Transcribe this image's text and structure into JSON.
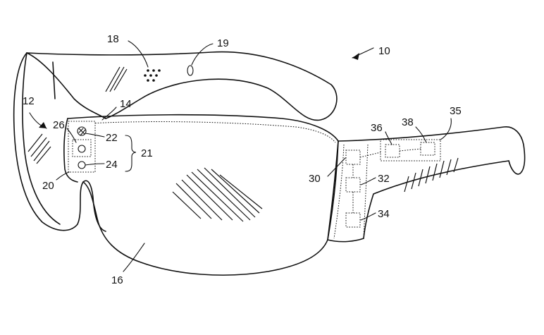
{
  "figure": {
    "labels": {
      "l10": "10",
      "l12": "12",
      "l14": "14",
      "l16": "16",
      "l18": "18",
      "l19": "19",
      "l20": "20",
      "l21": "21",
      "l22": "22",
      "l24": "24",
      "l26": "26",
      "l30": "30",
      "l32": "32",
      "l34": "34",
      "l35": "35",
      "l36": "36",
      "l38": "38"
    }
  }
}
